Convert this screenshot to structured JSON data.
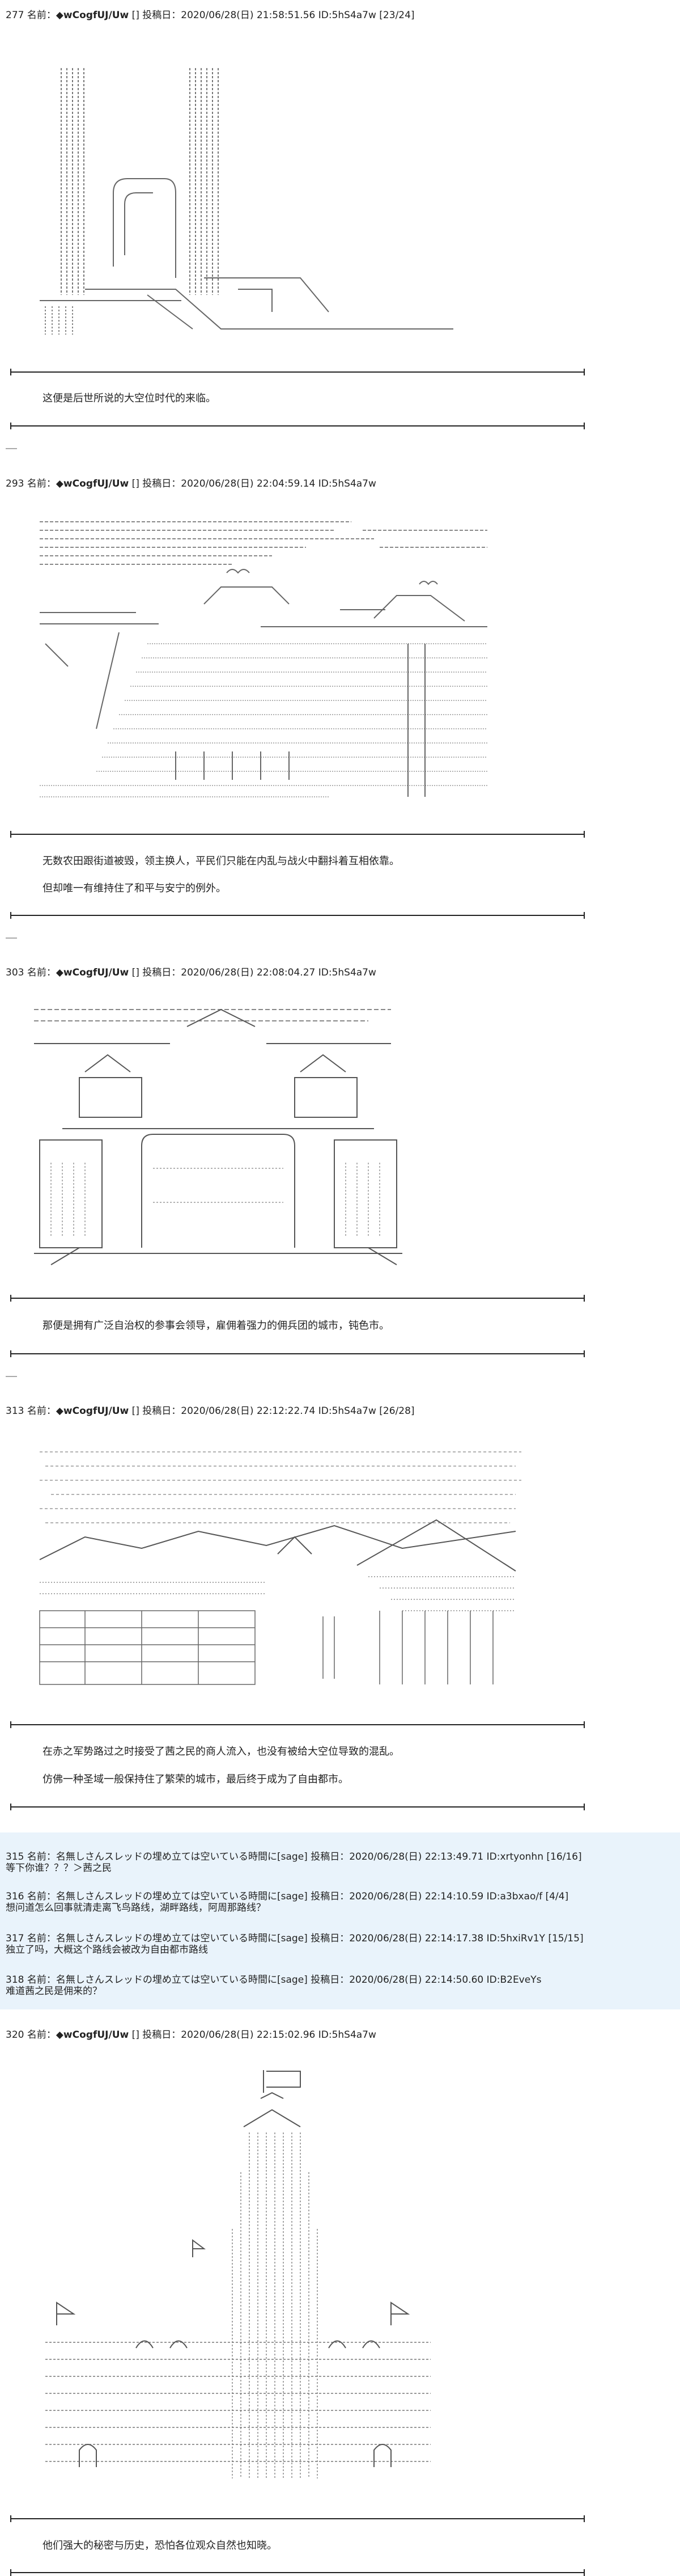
{
  "posts": [
    {
      "header": "277 名前：",
      "name": "◆wCogfUJ/Uw",
      "meta": "[] 投稿日：2020/06/28(日) 21:58:51.56 ID:5hS4a7w [23/24]",
      "captions": [
        "这便是后世所说的大空位时代的来临。"
      ]
    },
    {
      "header": "293 名前：",
      "name": "◆wCogfUJ/Uw",
      "meta": "[] 投稿日：2020/06/28(日) 22:04:59.14 ID:5hS4a7w",
      "captions": [
        "无数农田跟街道被毁，领主换人，平民们只能在内乱与战火中翻抖着互相依靠。",
        "但却唯一有维持住了和平与安宁的例外。"
      ]
    },
    {
      "header": "303 名前：",
      "name": "◆wCogfUJ/Uw",
      "meta": "[] 投稿日：2020/06/28(日) 22:08:04.27 ID:5hS4a7w",
      "captions": [
        "那便是拥有广泛自治权的参事会领导，雇佣着强力的佣兵团的城市，钝色市。"
      ]
    },
    {
      "header": "313 名前：",
      "name": "◆wCogfUJ/Uw",
      "meta": "[] 投稿日：2020/06/28(日) 22:12:22.74 ID:5hS4a7w [26/28]",
      "captions": [
        "在赤之军势路过之时接受了茜之民的商人流入，也没有被给大空位导致的混乱。",
        "仿佛一种圣域一般保持住了繁荣的城市，最后终于成为了自由都市。"
      ]
    },
    {
      "header": "320 名前：",
      "name": "◆wCogfUJ/Uw",
      "meta": "[] 投稿日：2020/06/28(日) 22:15:02.96 ID:5hS4a7w",
      "captions": [
        "他们强大的秘密与历史，恐怕各位观众自然也知晓。"
      ]
    }
  ],
  "replies": [
    {
      "meta": "315 名前：名無しさんスレッドの埋め立ては空いている時間に[sage] 投稿日：2020/06/28(日) 22:13:49.71 ID:xrtyonhn [16/16]",
      "body": "等下你谁？？？＞茜之民"
    },
    {
      "meta": "316 名前：名無しさんスレッドの埋め立ては空いている時間に[sage] 投稿日：2020/06/28(日) 22:14:10.59 ID:a3bxao/f [4/4]",
      "body": "想问道怎么回事就清走离飞鸟路线，湖畔路线，阿周那路线？"
    },
    {
      "meta": "317 名前：名無しさんスレッドの埋め立ては空いている時間に[sage] 投稿日：2020/06/28(日) 22:14:17.38 ID:5hxiRv1Y [15/15]",
      "body": "独立了吗，大概这个路线会被改为自由都市路线"
    },
    {
      "meta": "318 名前：名無しさんスレッドの埋め立ては空いている時間に[sage] 投稿日：2020/06/28(日) 22:14:50.60 ID:B2EveYs",
      "body": "难道茜之民是佣来的？"
    }
  ]
}
